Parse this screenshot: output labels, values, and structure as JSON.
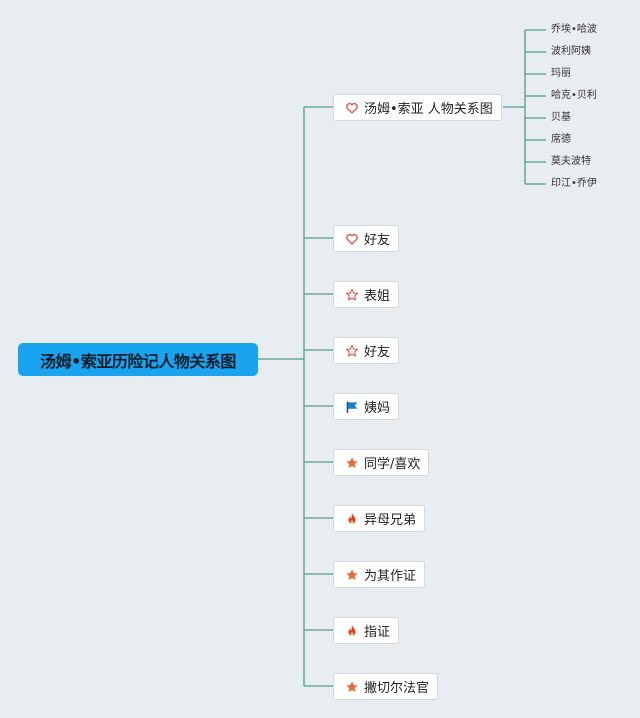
{
  "root": {
    "label": "汤姆•索亚历险记人物关系图"
  },
  "branches": [
    {
      "label": "汤姆•索亚 人物关系图",
      "icon": "heart-outline-icon"
    },
    {
      "label": "好友",
      "icon": "heart-outline-icon"
    },
    {
      "label": "表姐",
      "icon": "star-outline-icon"
    },
    {
      "label": "好友",
      "icon": "star-outline-icon"
    },
    {
      "label": "姨妈",
      "icon": "blue-flag-icon"
    },
    {
      "label": "同学/喜欢",
      "icon": "orange-star-icon"
    },
    {
      "label": "异母兄弟",
      "icon": "red-fire-icon"
    },
    {
      "label": "为其作证",
      "icon": "orange-star-icon"
    },
    {
      "label": "指证",
      "icon": "red-fire-icon"
    },
    {
      "label": "撇切尔法官",
      "icon": "orange-star-icon"
    }
  ],
  "subnodes": [
    "乔埃•哈波",
    "波利阿姨",
    "玛丽",
    "哈克•贝利",
    "贝基",
    "席德",
    "莫夫波特",
    "印江•乔伊"
  ],
  "colors": {
    "background": "#e8edf1",
    "root_fill": "#1aa3ee",
    "connector": "#4f9d86",
    "heart": "#e04a3a",
    "star_outline": "#e04a3a",
    "flag": "#1a7fd6",
    "orange_star": "#e8683a",
    "fire": "#e83a2a"
  }
}
